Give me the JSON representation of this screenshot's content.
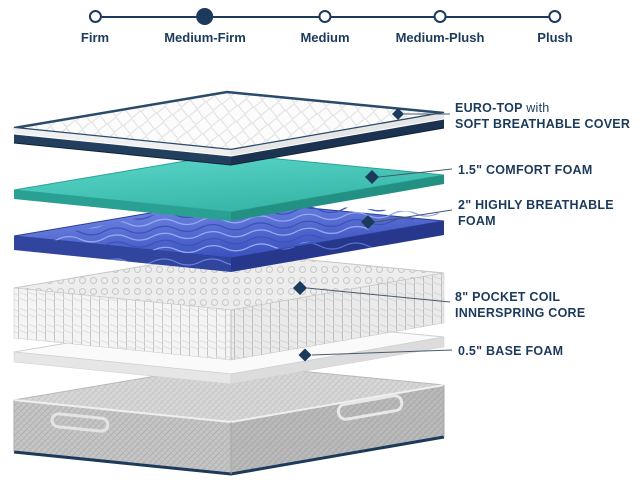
{
  "firmness": {
    "selected": "Medium-Firm",
    "options": [
      {
        "label": "Firm",
        "selected": false
      },
      {
        "label": "Medium-Firm",
        "selected": true
      },
      {
        "label": "Medium",
        "selected": false
      },
      {
        "label": "Medium-Plush",
        "selected": false
      },
      {
        "label": "Plush",
        "selected": false
      }
    ]
  },
  "layer_labels": {
    "euro_top": {
      "line1_strong": "EURO-TOP",
      "line1_light": "with",
      "line2": "SOFT BREATHABLE COVER"
    },
    "comfort_foam": {
      "line1": "1.5\" COMFORT FOAM"
    },
    "breathable_foam": {
      "line1": "2\" HIGHLY BREATHABLE",
      "line2": "FOAM"
    },
    "pocket_coil": {
      "line1": "8\" POCKET COIL",
      "line2": "INNERSPRING CORE"
    },
    "base_foam": {
      "line1": "0.5\" BASE FOAM"
    }
  },
  "colors": {
    "navy": "#1c3a5c",
    "teal": "#45c7b8",
    "blue": "#4459c8",
    "foundation_gray": "#c6c6c6"
  }
}
